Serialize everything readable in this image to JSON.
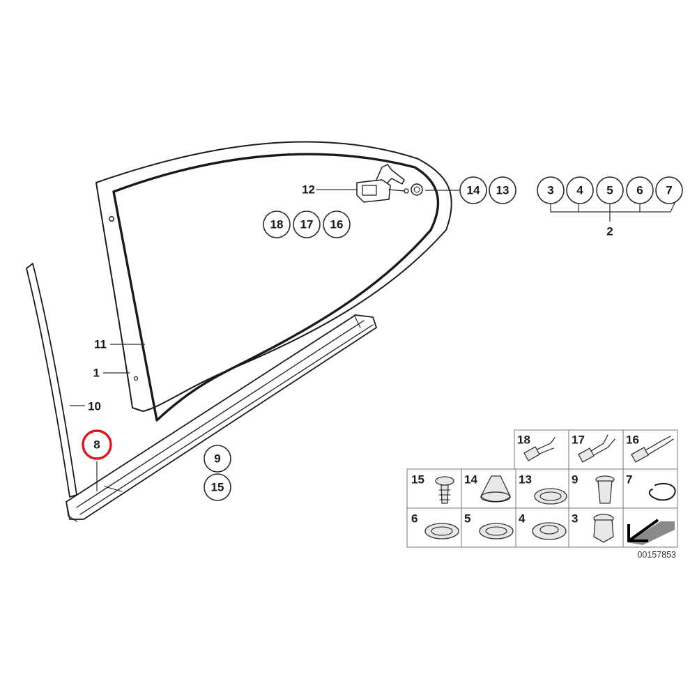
{
  "diagram": {
    "part_labels": {
      "p1": "1",
      "p2": "2",
      "p3": "3",
      "p4": "4",
      "p5": "5",
      "p6": "6",
      "p7": "7",
      "p8": "8",
      "p9": "9",
      "p10": "10",
      "p11": "11",
      "p12": "12",
      "p13": "13",
      "p14": "14",
      "p15": "15",
      "p16": "16",
      "p17": "17",
      "p18": "18"
    },
    "highlighted_part": "8",
    "highlight_color": "#e0141e",
    "reference_number": "00157853",
    "legend": {
      "row1": [
        "18",
        "17",
        "16"
      ],
      "row2": [
        "15",
        "14",
        "13",
        "9",
        "7"
      ],
      "row3": [
        "6",
        "5",
        "4",
        "3"
      ]
    }
  }
}
